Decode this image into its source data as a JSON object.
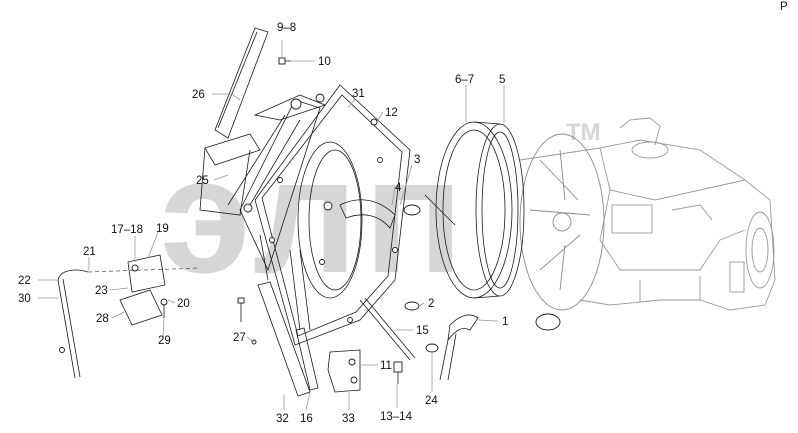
{
  "watermark": {
    "brand": "элп",
    "tm": "TM"
  },
  "corner_mark": "P",
  "callouts": [
    {
      "id": "c-9-8",
      "text": "9–8"
    },
    {
      "id": "c-10",
      "text": "10"
    },
    {
      "id": "c-26",
      "text": "26"
    },
    {
      "id": "c-31",
      "text": "31"
    },
    {
      "id": "c-12",
      "text": "12"
    },
    {
      "id": "c-6-7",
      "text": "6–7"
    },
    {
      "id": "c-5",
      "text": "5"
    },
    {
      "id": "c-3",
      "text": "3"
    },
    {
      "id": "c-4",
      "text": "4"
    },
    {
      "id": "c-25",
      "text": "25"
    },
    {
      "id": "c-17-18",
      "text": "17–18"
    },
    {
      "id": "c-19",
      "text": "19"
    },
    {
      "id": "c-21",
      "text": "21"
    },
    {
      "id": "c-22",
      "text": "22"
    },
    {
      "id": "c-30",
      "text": "30"
    },
    {
      "id": "c-23",
      "text": "23"
    },
    {
      "id": "c-20",
      "text": "20"
    },
    {
      "id": "c-28",
      "text": "28"
    },
    {
      "id": "c-29",
      "text": "29"
    },
    {
      "id": "c-27",
      "text": "27"
    },
    {
      "id": "c-2",
      "text": "2"
    },
    {
      "id": "c-1",
      "text": "1"
    },
    {
      "id": "c-15",
      "text": "15"
    },
    {
      "id": "c-11",
      "text": "11"
    },
    {
      "id": "c-24",
      "text": "24"
    },
    {
      "id": "c-32",
      "text": "32"
    },
    {
      "id": "c-16",
      "text": "16"
    },
    {
      "id": "c-33",
      "text": "33"
    },
    {
      "id": "c-13-14",
      "text": "13–14"
    }
  ]
}
